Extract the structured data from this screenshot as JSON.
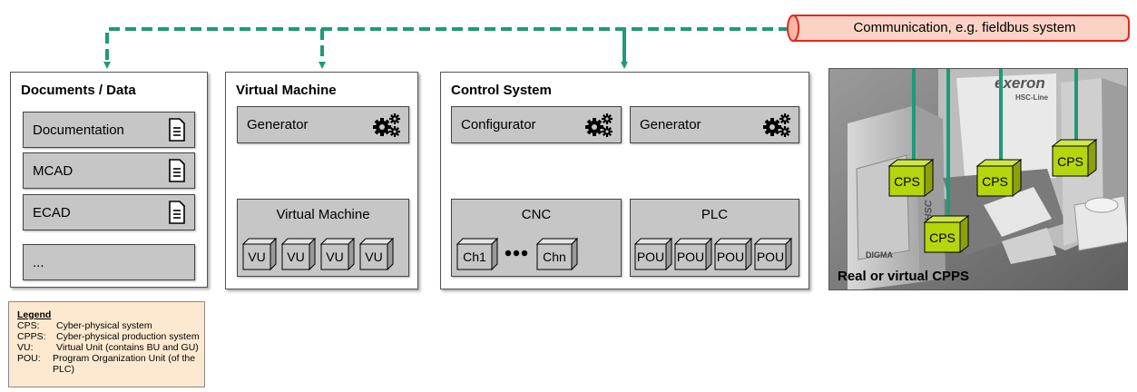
{
  "communication": {
    "label": "Communication, e.g. fieldbus system"
  },
  "documents": {
    "title": "Documents / Data",
    "items": [
      "Documentation",
      "MCAD",
      "ECAD",
      "..."
    ]
  },
  "virtual_machine": {
    "title": "Virtual Machine",
    "generator": "Generator",
    "inner_title": "Virtual Machine",
    "units": [
      "VU",
      "VU",
      "VU",
      "VU"
    ]
  },
  "control_system": {
    "title": "Control System",
    "configurator": "Configurator",
    "generator": "Generator",
    "cnc": {
      "title": "CNC",
      "channels": [
        "Ch1",
        "Chn"
      ]
    },
    "plc": {
      "title": "PLC",
      "units": [
        "POU",
        "POU",
        "POU",
        "POU"
      ]
    }
  },
  "cpps": {
    "caption": "Real or virtual CPPS",
    "cps_label": "CPS",
    "machine_brand": "exeron",
    "machine_model": "HSC-Line",
    "machine_maker": "DIGMA",
    "machine_side": "HSC"
  },
  "legend": {
    "title": "Legend",
    "entries": [
      {
        "key": "CPS:",
        "value": "Cyber-physical system"
      },
      {
        "key": "CPPS:",
        "value": "Cyber-physical production system"
      },
      {
        "key": "VU:",
        "value": "Virtual Unit (contains BU and GU)"
      },
      {
        "key": "POU:",
        "value": "Program Organization Unit (of the PLC)"
      }
    ]
  },
  "colors": {
    "arrow": "#1e9a78",
    "comm_fill": "#fbd3c6",
    "comm_border": "#e8261c",
    "cps": "#b5d60c",
    "panel_box": "#c6c6c6",
    "legend_bg": "#fde9cf"
  },
  "icons": {
    "document": "document-icon",
    "gears": "gears-icon"
  }
}
